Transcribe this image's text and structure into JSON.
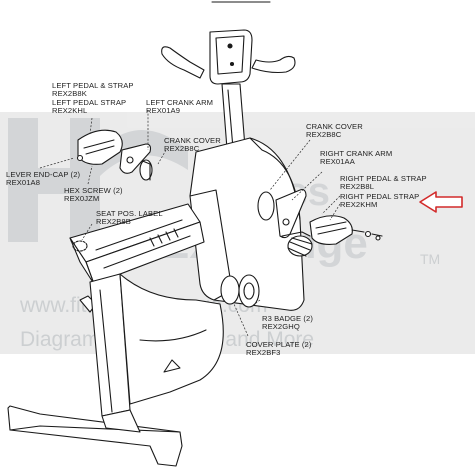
{
  "diagram": {
    "labels": [
      {
        "id": "left-pedal-strap-assembly",
        "lines": [
          "LEFT PEDAL & STRAP",
          "REX2B8K"
        ]
      },
      {
        "id": "left-pedal-strap",
        "lines": [
          "LEFT PEDAL STRAP",
          "REX2KHL"
        ]
      },
      {
        "id": "left-crank-arm",
        "lines": [
          "LEFT CRANK ARM",
          "REX01A9"
        ]
      },
      {
        "id": "crank-cover-left",
        "lines": [
          "CRANK COVER",
          "REX2B8C"
        ]
      },
      {
        "id": "lever-end-cap",
        "lines": [
          "LEVER END-CAP (2)",
          "REX01A8"
        ]
      },
      {
        "id": "hex-screw",
        "lines": [
          "HEX SCREW (2)",
          "REX0JZM"
        ]
      },
      {
        "id": "seat-pos-label",
        "lines": [
          "SEAT POS. LABEL",
          "REX2B8B"
        ]
      },
      {
        "id": "crank-cover-right",
        "lines": [
          "CRANK COVER",
          "REX2B8C"
        ]
      },
      {
        "id": "right-crank-arm",
        "lines": [
          "RIGHT CRANK ARM",
          "REX01AA"
        ]
      },
      {
        "id": "right-pedal-strap-assembly",
        "lines": [
          "RIGHT PEDAL & STRAP",
          "REX2B8L"
        ]
      },
      {
        "id": "right-pedal-strap",
        "lines": [
          "RIGHT PEDAL STRAP",
          "REX2KHM"
        ]
      },
      {
        "id": "r3-badge",
        "lines": [
          "R3 BADGE (2)",
          "REX2GHQ"
        ]
      },
      {
        "id": "cover-plate",
        "lines": [
          "COVER PLATE (2)",
          "REX2BF3"
        ]
      }
    ],
    "highlight_arrow_color": "#d22a2a"
  },
  "watermark": {
    "brand_lines": [
      "Fitness",
      "Exchange"
    ],
    "trademark": "TM",
    "url": "www.fitnessexchange.com",
    "tagline": "Diagrams, Parts Lists and More",
    "color": "#9aa0a6"
  }
}
